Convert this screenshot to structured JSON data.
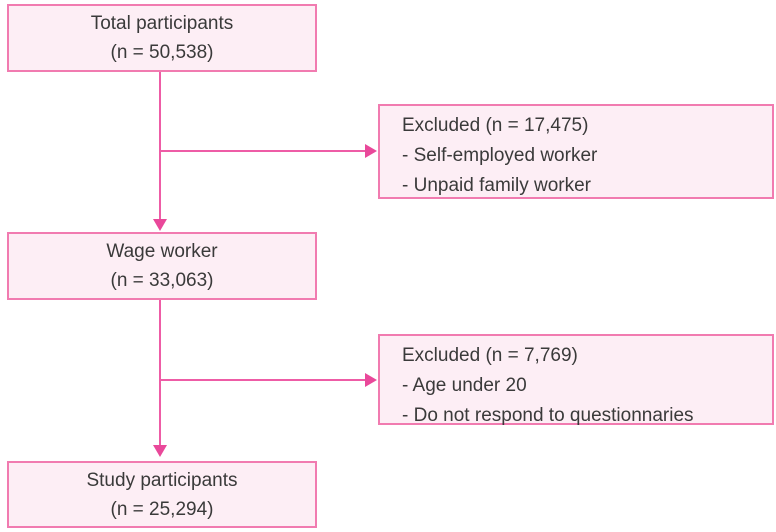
{
  "diagram": {
    "type": "participant-flowchart",
    "colors": {
      "box_fill": "#fdeef5",
      "box_border": "#f17bb0",
      "connector_line": "#ee5ca6",
      "arrowhead": "#e9489a",
      "text": "#3a3a3a"
    },
    "nodes": {
      "total": {
        "label": "Total participants",
        "n": "(n = 50,538)"
      },
      "excluded1": {
        "title": "Excluded (n = 17,475)",
        "items": [
          "- Self-employed worker",
          "- Unpaid family worker"
        ]
      },
      "wage": {
        "label": "Wage worker",
        "n": "(n = 33,063)"
      },
      "excluded2": {
        "title": "Excluded (n = 7,769)",
        "items": [
          "- Age under 20",
          "- Do not respond to questionnaries"
        ]
      },
      "study": {
        "label": "Study participants",
        "n": "(n = 25,294)"
      }
    }
  }
}
